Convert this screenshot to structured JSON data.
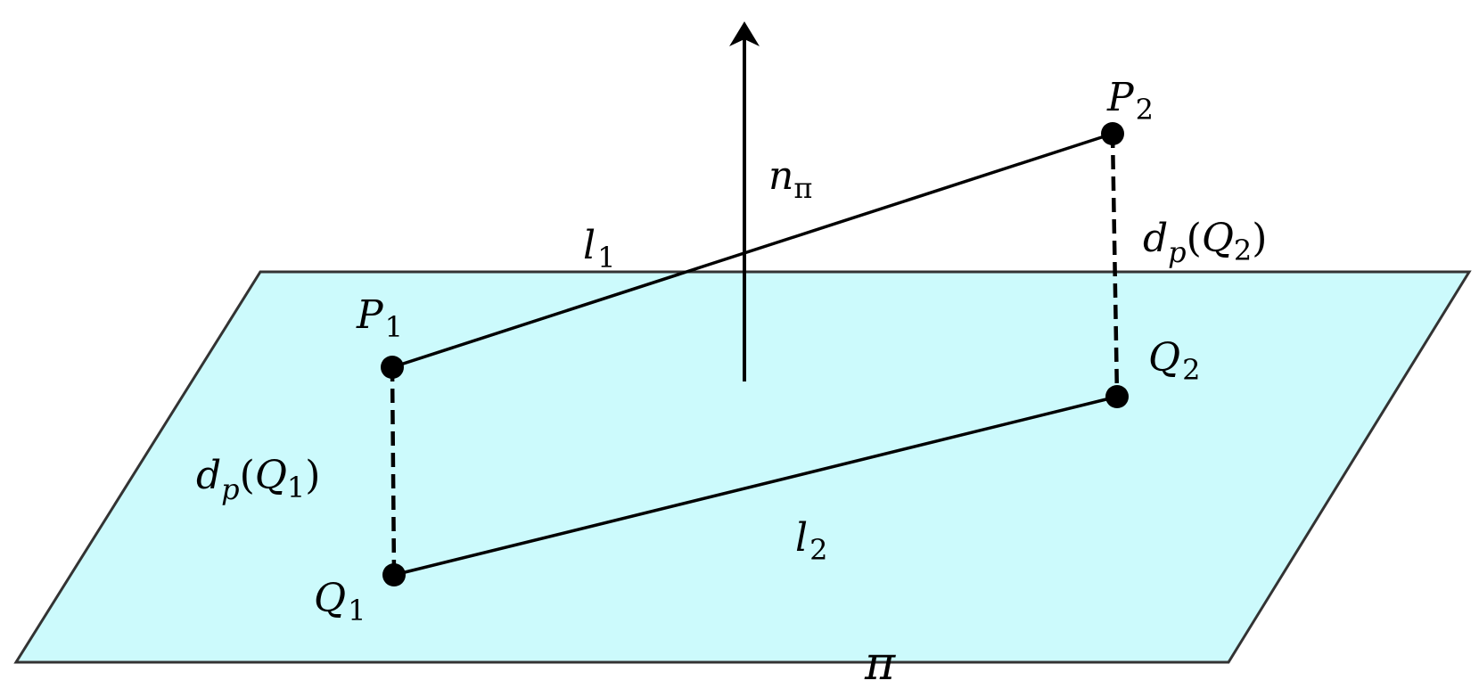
{
  "colors": {
    "plane_fill": "#ccfafc",
    "plane_stroke": "#333333",
    "line": "#000000",
    "point": "#000000"
  },
  "labels": {
    "normal": {
      "base": "n",
      "sub": "π"
    },
    "l1": {
      "base": "l",
      "sub": "1"
    },
    "l2": {
      "base": "l",
      "sub": "2"
    },
    "P1": {
      "base": "P",
      "sub": "1"
    },
    "P2": {
      "base": "P",
      "sub": "2"
    },
    "Q1": {
      "base": "Q",
      "sub": "1"
    },
    "Q2": {
      "base": "Q",
      "sub": "2"
    },
    "dQ1": {
      "d": "d",
      "p": "p",
      "open": "(",
      "Q": "Q",
      "sub": "1",
      "close": ")"
    },
    "dQ2": {
      "d": "d",
      "p": "p",
      "open": "(",
      "Q": "Q",
      "sub": "2",
      "close": ")"
    },
    "plane": "π"
  }
}
